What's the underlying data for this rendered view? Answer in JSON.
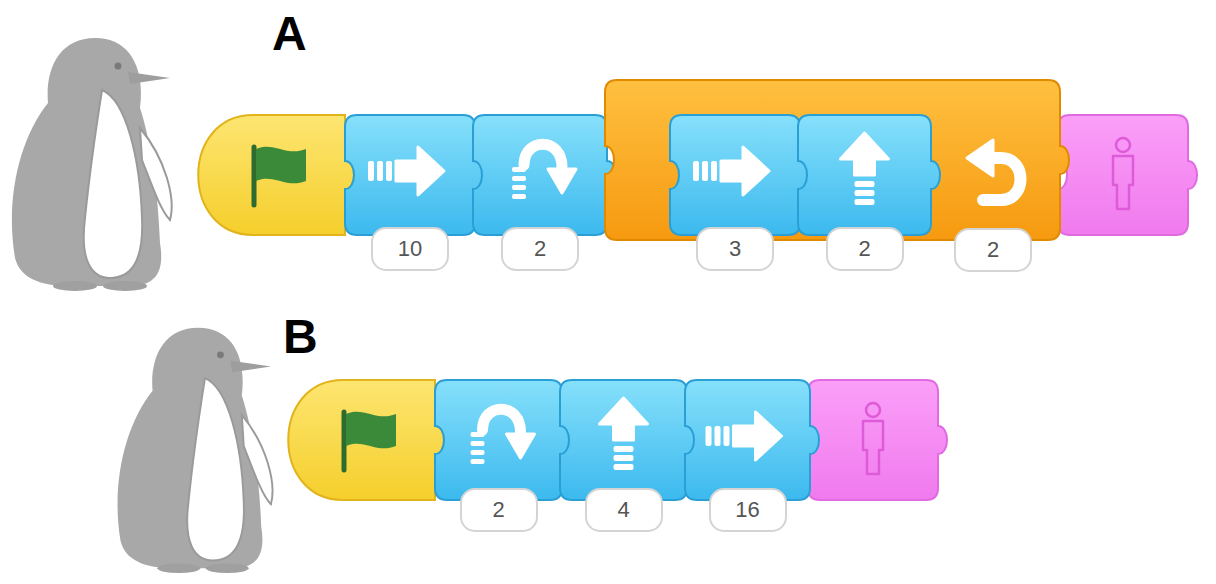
{
  "diagram": {
    "nodes": [
      {
        "text": [
          "10"
        ]
      },
      {
        "text": [
          "2"
        ]
      },
      {
        "text": [
          "2"
        ]
      },
      {
        "text": [
          "3"
        ],
        "in": 2
      },
      {
        "text": [
          "2"
        ],
        "in": 2
      },
      {
        "text": [
          "2"
        ]
      },
      {
        "text": [
          "4"
        ]
      },
      {
        "text": [
          "16"
        ]
      }
    ],
    "labels": [
      "A",
      "B"
    ]
  }
}
